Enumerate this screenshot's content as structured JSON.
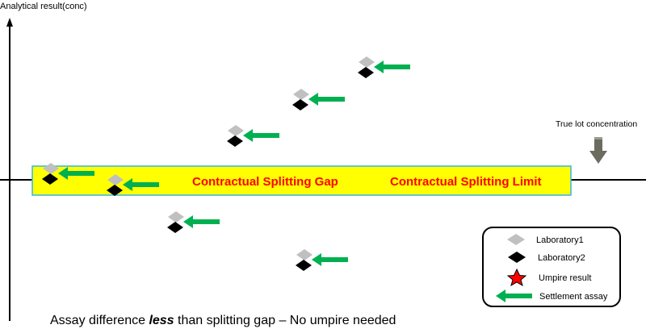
{
  "axis": {
    "y_label": "Analytical result(conc)"
  },
  "band": {
    "label_gap": "Contractual Splitting Gap",
    "label_limit": "Contractual Splitting Limit"
  },
  "true_lot": {
    "label": "True lot concentration"
  },
  "legend": {
    "lab1": "Laboratory1",
    "lab2": "Laboratory2",
    "umpire": "Umpire result",
    "settlement": "Settlement assay"
  },
  "caption": {
    "pre": "Assay difference ",
    "emph": "less",
    "post": " than splitting gap  – No umpire needed"
  },
  "colors": {
    "lab1": "#c0c0c0",
    "lab2": "#000000",
    "band": "#ffff00",
    "band_border": "#33b5e5",
    "arrow": "#00b050",
    "label": "#ff0000",
    "umpire": "#ff0000",
    "true_lot_arrow": "#6b6b5f"
  }
}
